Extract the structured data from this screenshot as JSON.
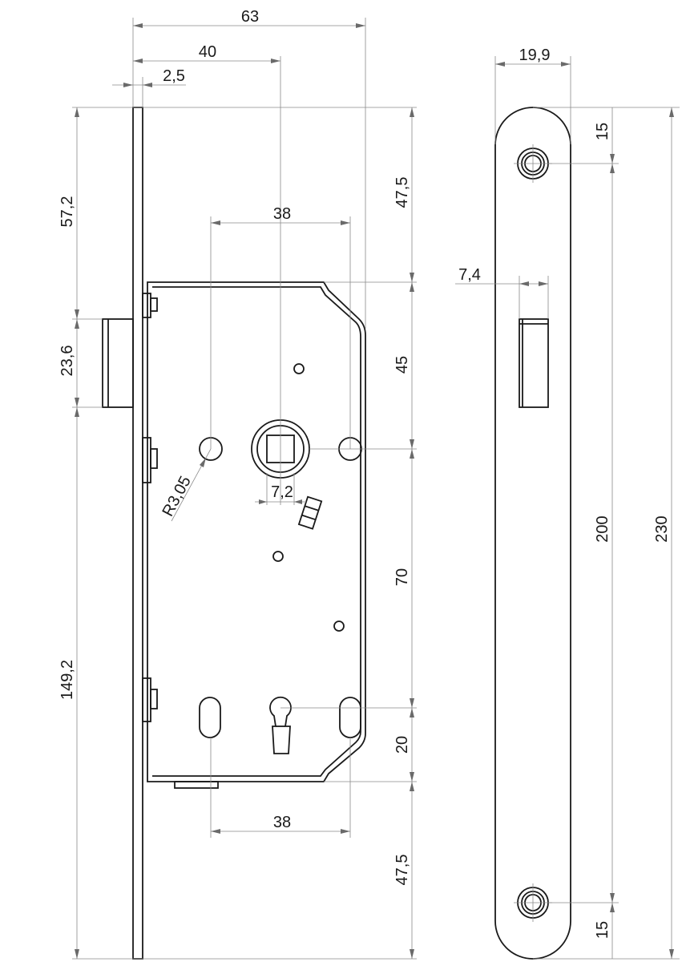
{
  "drawing": {
    "side_view": {
      "dim_overall_depth": "63",
      "dim_backset": "40",
      "dim_faceplate_thickness": "2,5",
      "dim_top_to_latch": "57,2",
      "dim_latch_height": "23,6",
      "dim_latch_to_bottom": "149,2",
      "dim_screw_hole_spacing_top": "38",
      "dim_screw_hole_spacing_bottom": "38",
      "dim_spindle_square": "7,2",
      "dim_hole_radius": "R3,05",
      "dim_top_to_case": "47,5",
      "dim_case_to_spindle": "45",
      "dim_spindle_to_keyhole": "70",
      "dim_keyhole_to_case_bottom": "20",
      "dim_case_to_bottom": "47,5"
    },
    "faceplate_view": {
      "dim_width": "19,9",
      "dim_latch_slot_width": "7,4",
      "dim_top_to_hole": "15",
      "dim_hole_to_hole": "200",
      "dim_overall_length": "230",
      "dim_bottom_hole": "15"
    }
  }
}
